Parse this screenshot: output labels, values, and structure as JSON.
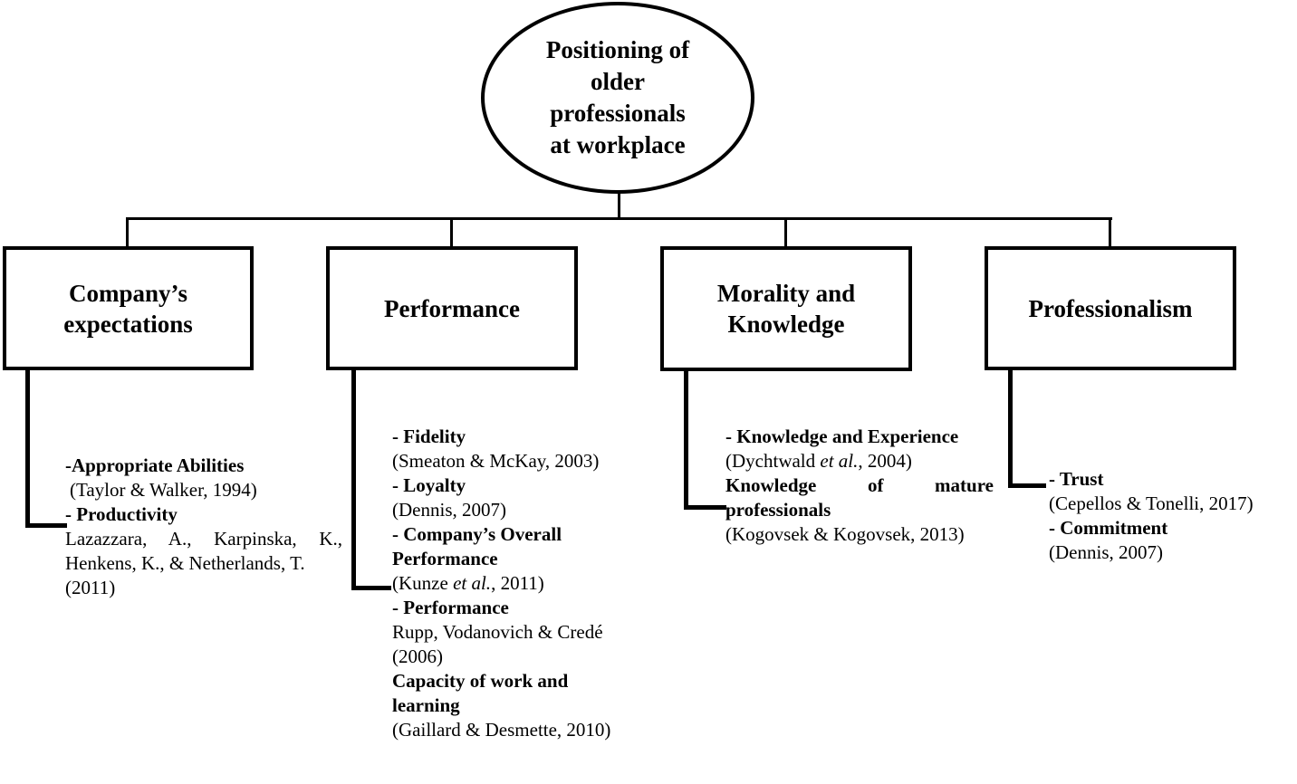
{
  "diagram": {
    "title": "Positioning of older professionals at workplace",
    "colors": {
      "background": "#ffffff",
      "line": "#000000",
      "text": "#000000"
    }
  },
  "root": {
    "lines": [
      "Positioning of",
      "older",
      "professionals",
      "at workplace"
    ]
  },
  "branches": [
    {
      "title": "Company’s expectations",
      "notes": [
        {
          "text": "-Appropriate Abilities"
        },
        {
          "text": "(Taylor & Walker, 1994)"
        },
        {
          "text": "- Productivity"
        },
        {
          "text": "Lazazzara, A., Karpinska, K.,"
        },
        {
          "text": "Henkens, K., & Netherlands, T."
        },
        {
          "text": "(2011)"
        }
      ]
    },
    {
      "title": "Performance",
      "notes": [
        {
          "text": "- Fidelity"
        },
        {
          "text": "(Smeaton & McKay, 2003)"
        },
        {
          "text": "- Loyalty"
        },
        {
          "text": "(Dennis, 2007)"
        },
        {
          "text": "- Company’s Overall"
        },
        {
          "text": "Performance"
        },
        {
          "parts": [
            "(Kunze ",
            "et al.",
            ", 2011)"
          ]
        },
        {
          "text": "- Performance"
        },
        {
          "text": "Rupp, Vodanovich & Credé"
        },
        {
          "text": "(2006)"
        },
        {
          "text": "Capacity of work and"
        },
        {
          "text": "learning"
        },
        {
          "text": "(Gaillard & Desmette, 2010)"
        }
      ]
    },
    {
      "title": "Morality and Knowledge",
      "notes": [
        {
          "text": "- Knowledge and Experience"
        },
        {
          "parts": [
            "(Dychtwald ",
            "et al.",
            ", 2004)"
          ]
        },
        {
          "text": "Knowledge of mature"
        },
        {
          "text": "professionals"
        },
        {
          "text": "(Kogovsek & Kogovsek, 2013)"
        }
      ]
    },
    {
      "title": "Professionalism",
      "notes": [
        {
          "text": "- Trust"
        },
        {
          "text": "(Cepellos & Tonelli, 2017)"
        },
        {
          "text": "- Commitment"
        },
        {
          "text": "(Dennis, 2007)"
        }
      ]
    }
  ]
}
